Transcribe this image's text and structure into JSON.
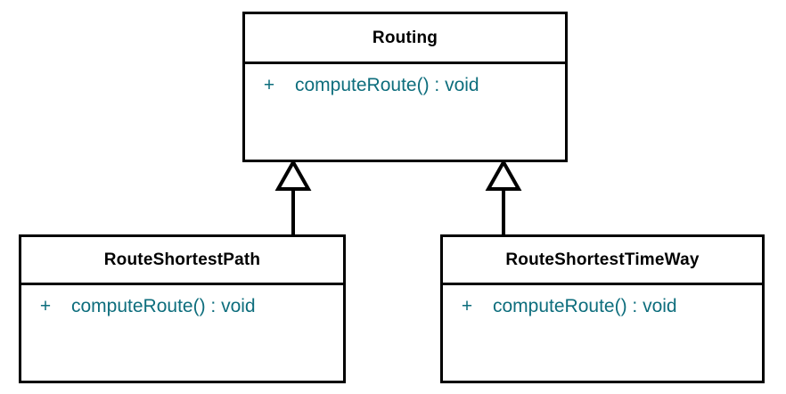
{
  "diagram": {
    "type": "uml-class-diagram",
    "background_color": "#ffffff",
    "line_color": "#000000",
    "class_name_color": "#000000",
    "member_color": "#0e6e7d",
    "classes": [
      {
        "id": "routing",
        "name": "Routing",
        "role": "superclass",
        "members": [
          {
            "visibility": "+",
            "signature": "computeRoute() : void"
          }
        ]
      },
      {
        "id": "route-shortest-path",
        "name": "RouteShortestPath",
        "role": "subclass",
        "members": [
          {
            "visibility": "+",
            "signature": "computeRoute() : void"
          }
        ]
      },
      {
        "id": "route-shortest-time-way",
        "name": "RouteShortestTimeWay",
        "role": "subclass",
        "members": [
          {
            "visibility": "+",
            "signature": "computeRoute() : void"
          }
        ]
      }
    ],
    "relationships": [
      {
        "id": "gen-left",
        "kind": "generalization",
        "from": "RouteShortestPath",
        "to": "Routing",
        "arrow": "hollow-triangle"
      },
      {
        "id": "gen-right",
        "kind": "generalization",
        "from": "RouteShortestTimeWay",
        "to": "Routing",
        "arrow": "hollow-triangle"
      }
    ]
  }
}
